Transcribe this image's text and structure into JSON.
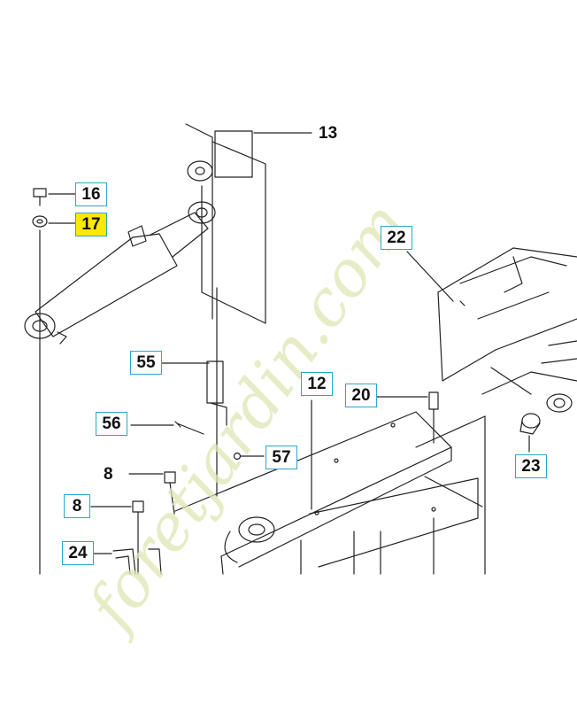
{
  "diagram": {
    "labels": {
      "p13": "13",
      "p16": "16",
      "p17": "17",
      "p22": "22",
      "p55": "55",
      "p12": "12",
      "p20": "20",
      "p56": "56",
      "p57": "57",
      "p8a": "8",
      "p8b": "8",
      "p23": "23",
      "p24": "24"
    },
    "highlighted_part": "17",
    "colors": {
      "line": "#222222",
      "label_box_border": "#2aa7c9",
      "highlight": "#ffe900",
      "watermark": "#dfe6b4"
    }
  },
  "watermark": {
    "text": "foretjardin.com"
  }
}
